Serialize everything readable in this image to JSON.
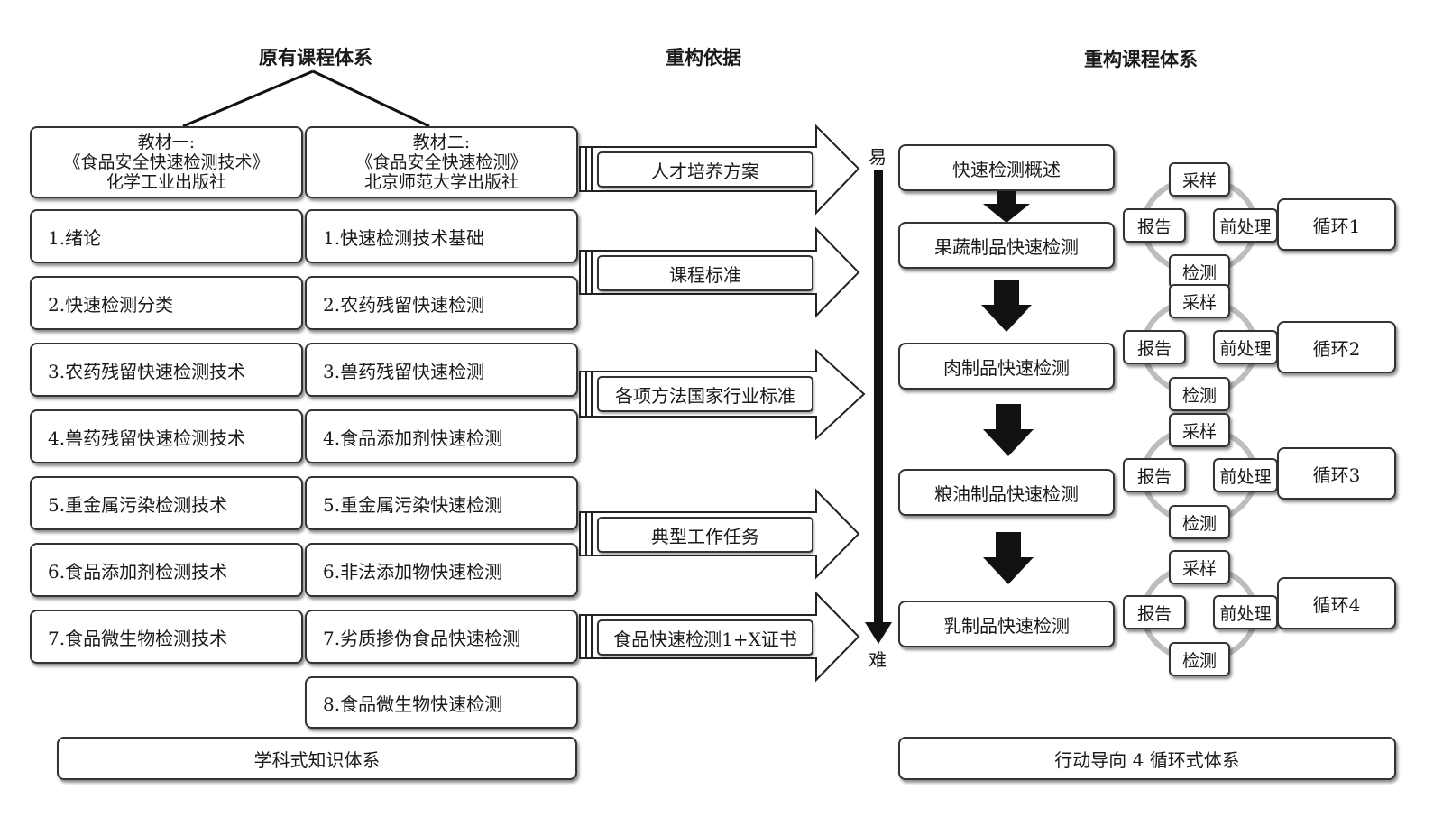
{
  "headers": {
    "original": "原有课程体系",
    "basis": "重构依据",
    "reconstructed": "重构课程体系"
  },
  "textbook1": {
    "line1": "教材一:",
    "line2": "《食品安全快速检测技术》",
    "line3": "化学工业出版社",
    "chapters": [
      "1.绪论",
      "2.快速检测分类",
      "3.农药残留快速检测技术",
      "4.兽药残留快速检测技术",
      "5.重金属污染检测技术",
      "6.食品添加剂检测技术",
      "7.食品微生物检测技术"
    ]
  },
  "textbook2": {
    "line1": "教材二:",
    "line2": "《食品安全快速检测》",
    "line3": "北京师范大学出版社",
    "chapters": [
      "1.快速检测技术基础",
      "2.农药残留快速检测",
      "3.兽药残留快速检测",
      "4.食品添加剂快速检测",
      "5.重金属污染快速检测",
      "6.非法添加物快速检测",
      "7.劣质掺伪食品快速检测",
      "8.食品微生物快速检测"
    ]
  },
  "basis_items": [
    "人才培养方案",
    "课程标准",
    "各项方法国家行业标准",
    "典型工作任务",
    "食品快速检测1+X证书"
  ],
  "difficulty": {
    "easy": "易",
    "hard": "难"
  },
  "modules": [
    "快速检测概述",
    "果蔬制品快速检测",
    "肉制品快速检测",
    "粮油制品快速检测",
    "乳制品快速检测"
  ],
  "cycle_steps": {
    "sample": "采样",
    "pretreat": "前处理",
    "detect": "检测",
    "report": "报告"
  },
  "cycles": [
    "循环1",
    "循环2",
    "循环3",
    "循环4"
  ],
  "footers": {
    "left": "学科式知识体系",
    "right": "行动导向 4 循环式体系"
  }
}
